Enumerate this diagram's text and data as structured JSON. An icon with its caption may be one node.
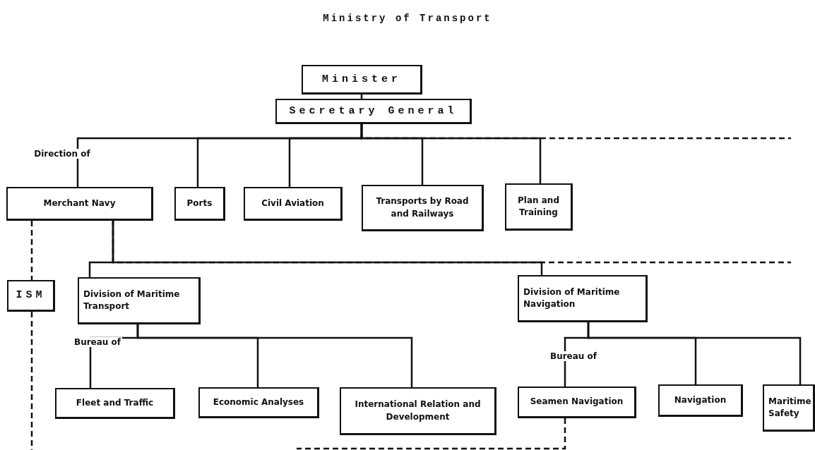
{
  "diagram": {
    "title": "Ministry of Transport",
    "nodes": [
      {
        "text": [
          "Minister"
        ]
      },
      {
        "text": [
          "Secretary General"
        ]
      },
      {
        "text": [
          "Merchant Navy"
        ]
      },
      {
        "text": [
          "Ports"
        ]
      },
      {
        "text": [
          "Civil Aviation"
        ]
      },
      {
        "text": [
          "Transports by Road and Railways"
        ]
      },
      {
        "text": [
          "Plan and Training"
        ]
      },
      {
        "text": [
          "ISM"
        ]
      },
      {
        "text": [
          "Division of Maritime Transport"
        ]
      },
      {
        "text": [
          "Division of Maritime Navigation"
        ]
      },
      {
        "text": [
          "Fleet and Traffic"
        ]
      },
      {
        "text": [
          "Economic Analyses"
        ]
      },
      {
        "text": [
          "International Relation and Development"
        ]
      },
      {
        "text": [
          "Seamen Navigation"
        ]
      },
      {
        "text": [
          "Navigation"
        ]
      },
      {
        "text": [
          "Maritime Safety"
        ]
      }
    ],
    "edges": [
      {
        "from": 0,
        "to": 1,
        "arrow": "none"
      },
      {
        "from": 1,
        "to": 2,
        "arrow": "none",
        "label": "Direction of"
      },
      {
        "from": 1,
        "to": 3,
        "arrow": "none"
      },
      {
        "from": 1,
        "to": 4,
        "arrow": "none"
      },
      {
        "from": 1,
        "to": 5,
        "arrow": "none"
      },
      {
        "from": 1,
        "to": 6,
        "arrow": "none"
      },
      {
        "from": 1,
        "to": null,
        "arrow": "none",
        "style": "dashed"
      },
      {
        "from": 2,
        "to": 7,
        "arrow": "none",
        "style": "dashed"
      },
      {
        "from": 7,
        "to": null,
        "arrow": "none",
        "style": "dashed"
      },
      {
        "from": 2,
        "to": 8,
        "arrow": "none"
      },
      {
        "from": 2,
        "to": 9,
        "arrow": "none"
      },
      {
        "from": 2,
        "to": null,
        "arrow": "none",
        "style": "dashed"
      },
      {
        "from": 8,
        "to": 10,
        "arrow": "none",
        "label": "Bureau of"
      },
      {
        "from": 8,
        "to": 11,
        "arrow": "none"
      },
      {
        "from": 8,
        "to": 12,
        "arrow": "none"
      },
      {
        "from": 9,
        "to": 13,
        "arrow": "none",
        "label": "Bureau of"
      },
      {
        "from": 9,
        "to": 14,
        "arrow": "none"
      },
      {
        "from": 9,
        "to": 15,
        "arrow": "none"
      },
      {
        "from": 13,
        "to": null,
        "arrow": "none",
        "style": "dashed"
      }
    ]
  }
}
